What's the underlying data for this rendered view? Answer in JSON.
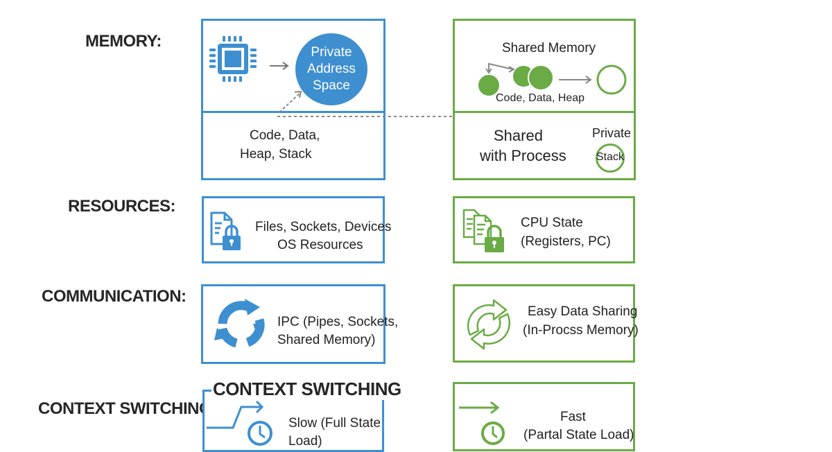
{
  "rows": {
    "memory": {
      "label": "MEMORY:"
    },
    "resources": {
      "label": "RESOURCES:"
    },
    "communication": {
      "label": "COMMUNICATION:"
    },
    "context": {
      "label": "CONTEXT SWITCHING",
      "overlay_title": "CONTEXT SWITCHING"
    }
  },
  "process": {
    "color": "#3d8fd0",
    "memory": {
      "circle_line1": "Private",
      "circle_line2": "Address",
      "circle_line3": "Space",
      "bottom_line1": "Code, Data,",
      "bottom_line2": "Heap, Stack",
      "icons": [
        "cpu-chip-icon",
        "arrow-right-icon"
      ]
    },
    "resources": {
      "line1": "Files, Sockets, Devices",
      "line2": "OS Resources",
      "icon": "document-lock-icon"
    },
    "communication": {
      "line1": "IPC (Pipes, Sockets,",
      "line2": "Shared Memory)",
      "icon": "cycle-arrows-icon"
    },
    "context": {
      "line1": "Slow (Full State",
      "line2": "Load)",
      "icons": [
        "step-arrow-icon",
        "clock-icon"
      ]
    }
  },
  "thread": {
    "color": "#6aab45",
    "memory": {
      "title": "Shared Memory",
      "caption": "Code, Data, Heap",
      "bottom_line1": "Shared",
      "bottom_line2": "with Process",
      "private_label": "Private",
      "stack_label": "Stack"
    },
    "resources": {
      "line1": "CPU State",
      "line2": "(Registers, PC)",
      "icon": "documents-lock-icon"
    },
    "communication": {
      "line1": "Easy Data Sharing",
      "line2": "(In-Procss Memory)",
      "icon": "sync-arrows-icon"
    },
    "context": {
      "line1": "Fast",
      "line2": "(Partal State Load)",
      "icons": [
        "arrow-right-icon",
        "clock-icon"
      ]
    }
  }
}
